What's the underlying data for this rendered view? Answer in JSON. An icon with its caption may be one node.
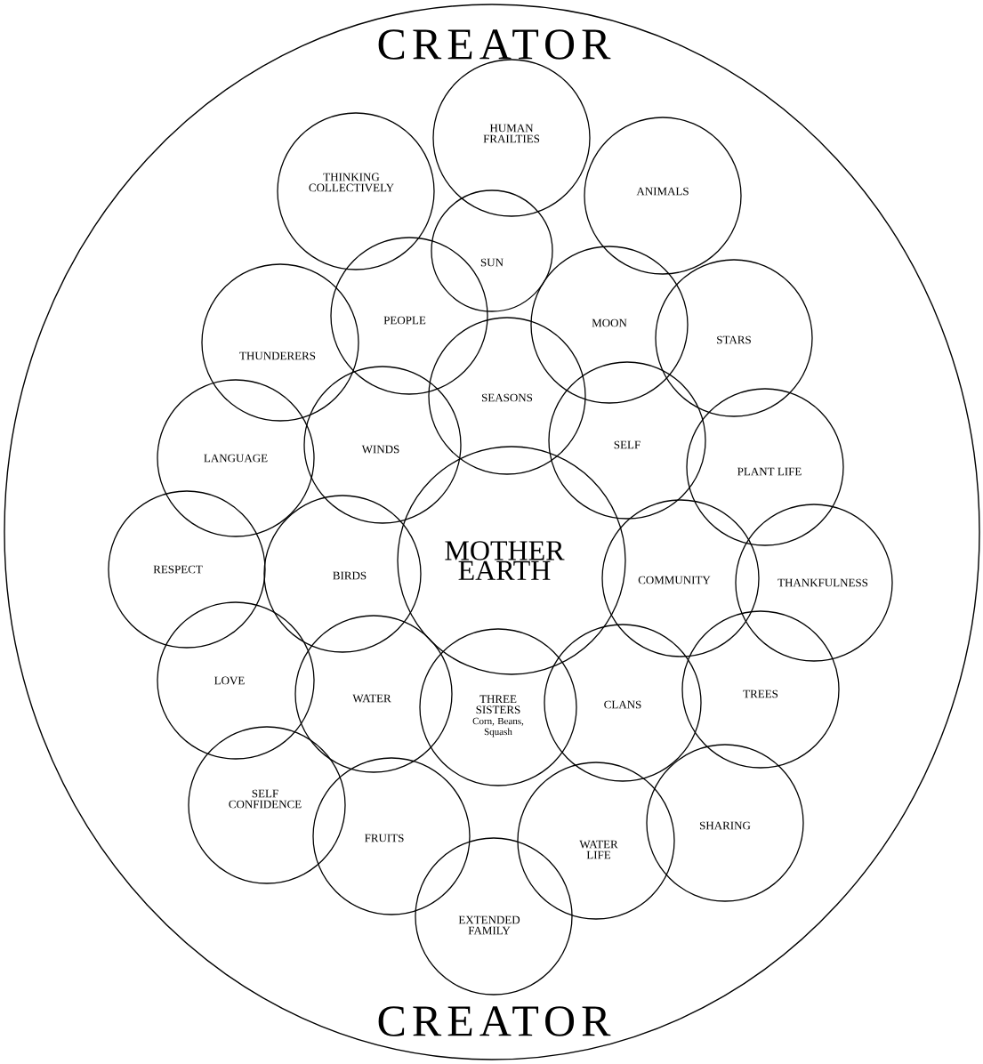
{
  "diagram": {
    "nodes": [
      {
        "text": [
          "CREATOR",
          "CREATOR"
        ]
      },
      {
        "text": [
          "HUMAN FRAILTIES"
        ],
        "in": 0
      },
      {
        "text": [
          "THINKING COLLECTIVELY"
        ],
        "in": 0
      },
      {
        "text": [
          "ANIMALS"
        ],
        "in": 0
      },
      {
        "text": [
          "SUN"
        ],
        "in": 0
      },
      {
        "text": [
          "PEOPLE"
        ],
        "in": 0
      },
      {
        "text": [
          "MOON"
        ],
        "in": 0
      },
      {
        "text": [
          "THUNDERERS"
        ],
        "in": 0
      },
      {
        "text": [
          "STARS"
        ],
        "in": 0
      },
      {
        "text": [
          "SEASONS"
        ],
        "in": 0
      },
      {
        "text": [
          "WINDS"
        ],
        "in": 0
      },
      {
        "text": [
          "SELF"
        ],
        "in": 0
      },
      {
        "text": [
          "LANGUAGE"
        ],
        "in": 0
      },
      {
        "text": [
          "PLANT LIFE"
        ],
        "in": 0
      },
      {
        "text": [
          "RESPECT"
        ],
        "in": 0
      },
      {
        "text": [
          "BIRDS"
        ],
        "in": 0
      },
      {
        "text": [
          "MOTHER EARTH"
        ],
        "in": 0
      },
      {
        "text": [
          "COMMUNITY"
        ],
        "in": 0
      },
      {
        "text": [
          "THANKFULNESS"
        ],
        "in": 0
      },
      {
        "text": [
          "LOVE"
        ],
        "in": 0
      },
      {
        "text": [
          "WATER"
        ],
        "in": 0
      },
      {
        "text": [
          "THREE SISTERS",
          "Corn, Beans, Squash"
        ],
        "in": 0
      },
      {
        "text": [
          "CLANS"
        ],
        "in": 0
      },
      {
        "text": [
          "TREES"
        ],
        "in": 0
      },
      {
        "text": [
          "SELF CONFIDENCE"
        ],
        "in": 0
      },
      {
        "text": [
          "FRUITS"
        ],
        "in": 0
      },
      {
        "text": [
          "WATER LIFE"
        ],
        "in": 0
      },
      {
        "text": [
          "SHARING"
        ],
        "in": 0
      },
      {
        "text": [
          "EXTENDED FAMILY"
        ],
        "in": 0
      }
    ]
  }
}
